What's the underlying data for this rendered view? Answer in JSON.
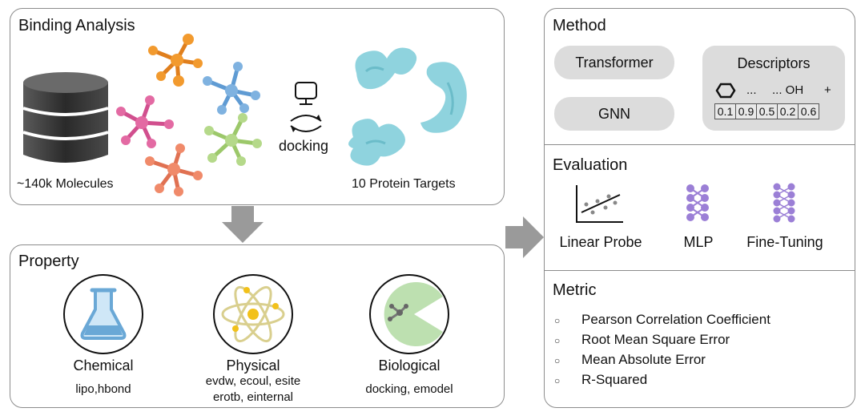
{
  "binding": {
    "title": "Binding Analysis",
    "molecules_label": "~140k Molecules",
    "docking_label": "docking",
    "targets_label": "10 Protein Targets"
  },
  "property": {
    "title": "Property",
    "items": [
      {
        "name": "Chemical",
        "detail": "lipo,hbond",
        "detail2": ""
      },
      {
        "name": "Physical",
        "detail": "evdw, ecoul, esite",
        "detail2": "erotb, einternal"
      },
      {
        "name": "Biological",
        "detail": "docking, emodel",
        "detail2": ""
      }
    ]
  },
  "method": {
    "title": "Method",
    "models": [
      "Transformer",
      "GNN"
    ],
    "descriptors": {
      "title": "Descriptors",
      "header": [
        "...",
        "... OH",
        "+"
      ],
      "values": [
        "0.1",
        "0.9",
        "0.5",
        "0.2",
        "0.6"
      ]
    }
  },
  "evaluation": {
    "title": "Evaluation",
    "items": [
      "Linear Probe",
      "MLP",
      "Fine-Tuning"
    ]
  },
  "metric": {
    "title": "Metric",
    "items": [
      "Pearson Correlation Coefficient",
      "Root Mean Square Error",
      "Mean Absolute Error",
      "R-Squared"
    ]
  },
  "colors": {
    "molecule_orange": "#f29a2e",
    "molecule_blue": "#7fb2e0",
    "molecule_pink": "#e36aa3",
    "molecule_green": "#b5d98a",
    "molecule_salmon": "#f08a6a",
    "protein": "#8fd3de",
    "network": "#9b7fd6",
    "arrow": "#9a9a9a"
  }
}
